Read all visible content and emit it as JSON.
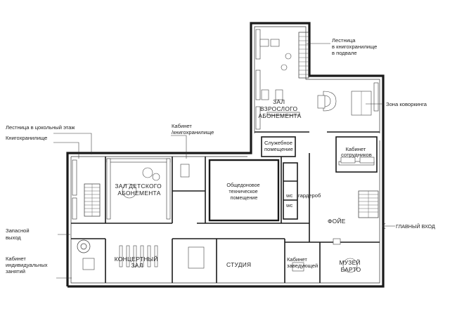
{
  "labels": {
    "stair_basement": [
      "Лестница",
      "в книгохранилище",
      "в подвале"
    ],
    "coworking": "Зона коворкинга",
    "adult_hall": [
      "ЗАЛ",
      "ВЗРОСЛОГО",
      "АБОНЕМЕНТА"
    ],
    "stair_ground": "Лестница в цокольный этаж",
    "book_storage": "Книгохранилище",
    "office_storage": [
      "Кабинет",
      "/книгохранилище"
    ],
    "service_room": [
      "Служебное",
      "помещение"
    ],
    "staff_office": [
      "Кабинет",
      "сотрудников"
    ],
    "children_hall": [
      "ЗАЛ ДЕТСКОГО",
      "АБОНЕМЕНТА"
    ],
    "technical_room": [
      "Общедоновое",
      "техническое",
      "помещение"
    ],
    "wardrobe": "гардероб",
    "wc1": "wc",
    "wc2": "wc",
    "emergency_exit": [
      "Запасной",
      "выход"
    ],
    "foyer": "ФОЙЕ",
    "main_entrance": "ГЛАВНЫЙ ВХОД",
    "individual_office": [
      "Кабинет",
      "индивидуальных",
      "занятий"
    ],
    "concert_hall": [
      "КОНЦЕРТНЫЙ",
      "ЗАЛ"
    ],
    "studio": "СТУДИЯ",
    "head_office": [
      "Кабинет",
      "заведующей"
    ],
    "museum": [
      "МУЗЕЙ",
      "БАРТО"
    ]
  }
}
